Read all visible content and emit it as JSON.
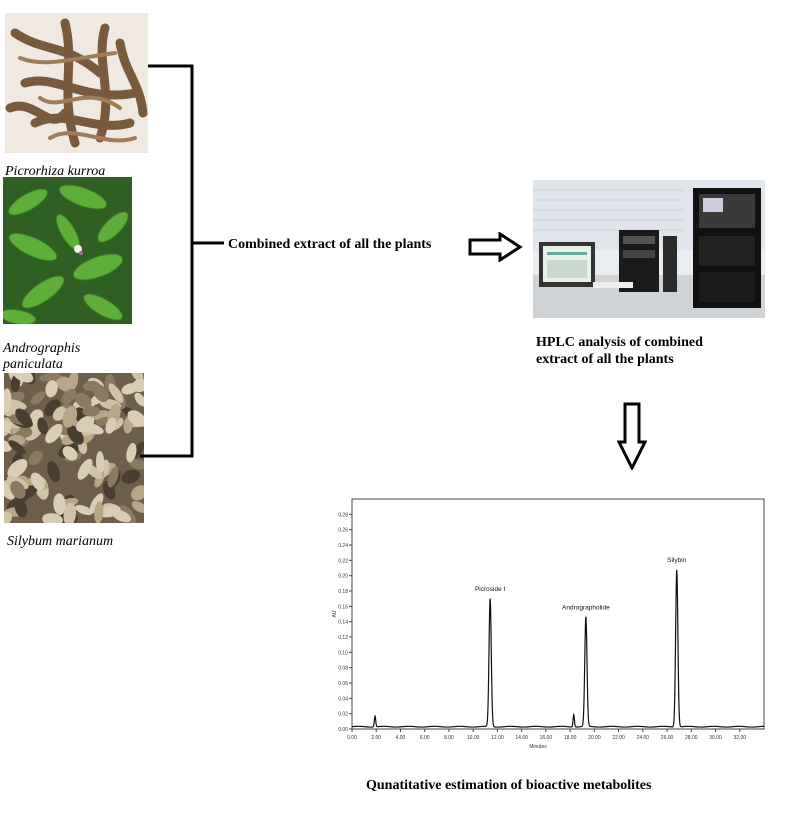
{
  "plants": [
    {
      "name": "Picrorhiza kurroa"
    },
    {
      "name": "Andrographis paniculata"
    },
    {
      "name": "Silybum marianum"
    }
  ],
  "combined_label": "Combined extract of all the plants",
  "hplc_label": "HPLC analysis of combined extract of all the plants",
  "final_label": "Qunatitative estimation of bioactive metabolites",
  "colors": {
    "line": "#000000",
    "root": "#8a6a4a",
    "leaf": "#3f8a2e",
    "seed": "#a89578"
  },
  "chart_data": {
    "type": "line",
    "title": "",
    "xlabel": "Minutes",
    "ylabel": "AU",
    "xlim": [
      0,
      34
    ],
    "ylim": [
      0,
      0.3
    ],
    "x_ticks": [
      "0.00",
      "2.00",
      "4.00",
      "6.00",
      "8.00",
      "10.00",
      "12.00",
      "14.00",
      "16.00",
      "18.00",
      "20.00",
      "22.00",
      "24.00",
      "26.00",
      "28.00",
      "30.00",
      "32.00"
    ],
    "y_ticks": [
      "0.00",
      "0.02",
      "0.04",
      "0.06",
      "0.08",
      "0.10",
      "0.12",
      "0.14",
      "0.16",
      "0.18",
      "0.20",
      "0.22",
      "0.24",
      "0.26",
      "0.28"
    ],
    "peaks": [
      {
        "label": "Picroside I",
        "x": 11.4,
        "y": 0.167
      },
      {
        "label": "Andrographolide",
        "x": 19.3,
        "y": 0.143
      },
      {
        "label": "Silybin",
        "x": 26.8,
        "y": 0.205
      }
    ],
    "minor_peaks": [
      {
        "x": 1.9,
        "y": 0.014
      },
      {
        "x": 18.3,
        "y": 0.016
      }
    ]
  }
}
